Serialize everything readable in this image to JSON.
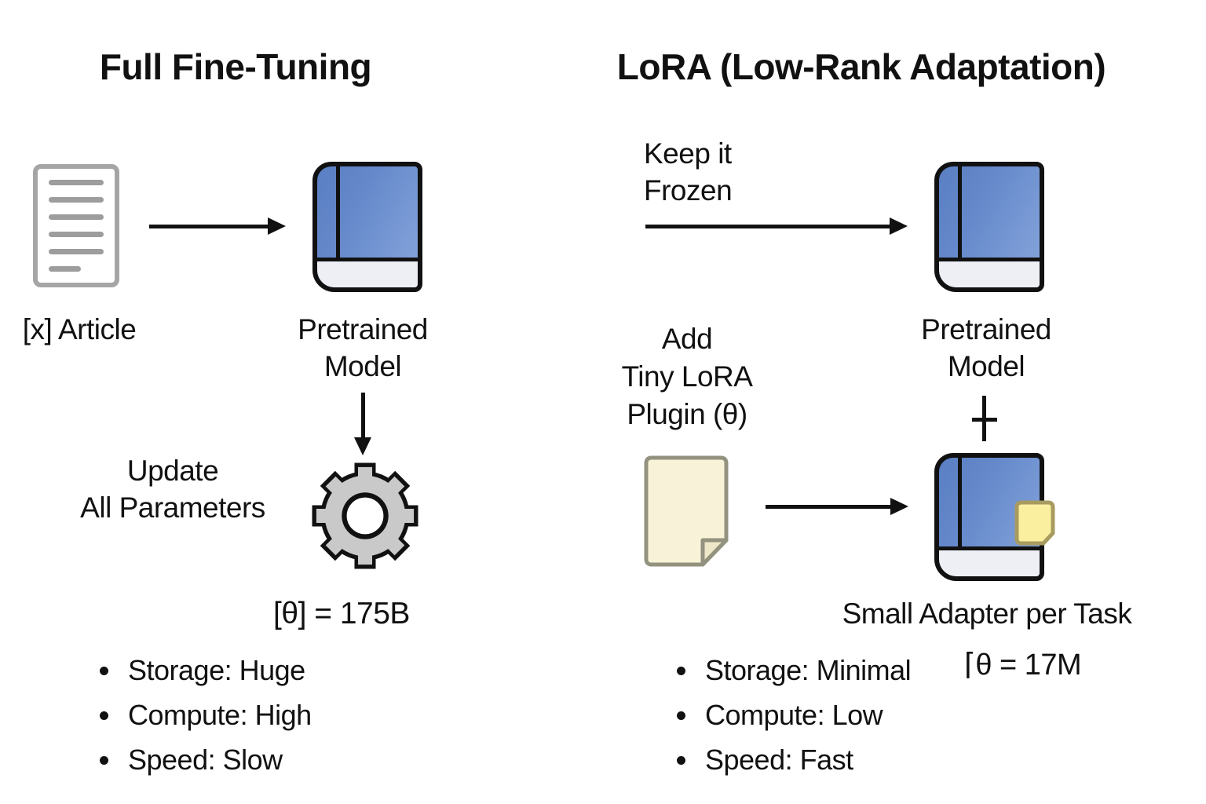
{
  "colors": {
    "outline": "#111111",
    "book_blue_dark": "#5a7fc2",
    "book_blue_light": "#87a6dc",
    "book_pages": "#edeff4",
    "gear_gray": "#c9c9c9",
    "doc_border_gray": "#a5a5a5",
    "doc_line_gray": "#9d9d9d",
    "paper_yellow": "#f8f3d8",
    "paper_fold_yellow": "#eee8c9",
    "paper_border": "#92927e",
    "sticky_yellow": "#f9ef9f",
    "sticky_border": "#a89b5f"
  },
  "left": {
    "title": "Full Fine-Tuning",
    "article_label": "[x] Article",
    "model_label": [
      "Pretrained",
      "Model"
    ],
    "update_label": [
      "Update",
      "All Parameters"
    ],
    "params_label": "[θ] = 175B",
    "bullets": [
      "Storage: Huge",
      "Compute: High",
      "Speed: Slow"
    ]
  },
  "right": {
    "title": "LoRA (Low-Rank Adaptation)",
    "frozen_label": [
      "Keep it",
      "Frozen"
    ],
    "model_label": [
      "Pretrained",
      "Model"
    ],
    "plugin_label": [
      "Add",
      "Tiny LoRA",
      "Plugin (θ)"
    ],
    "adapter_label": "Small Adapter per Task",
    "params_label": "⌈θ = 17M",
    "bullets": [
      "Storage: Minimal",
      "Compute: Low",
      "Speed: Fast"
    ]
  }
}
